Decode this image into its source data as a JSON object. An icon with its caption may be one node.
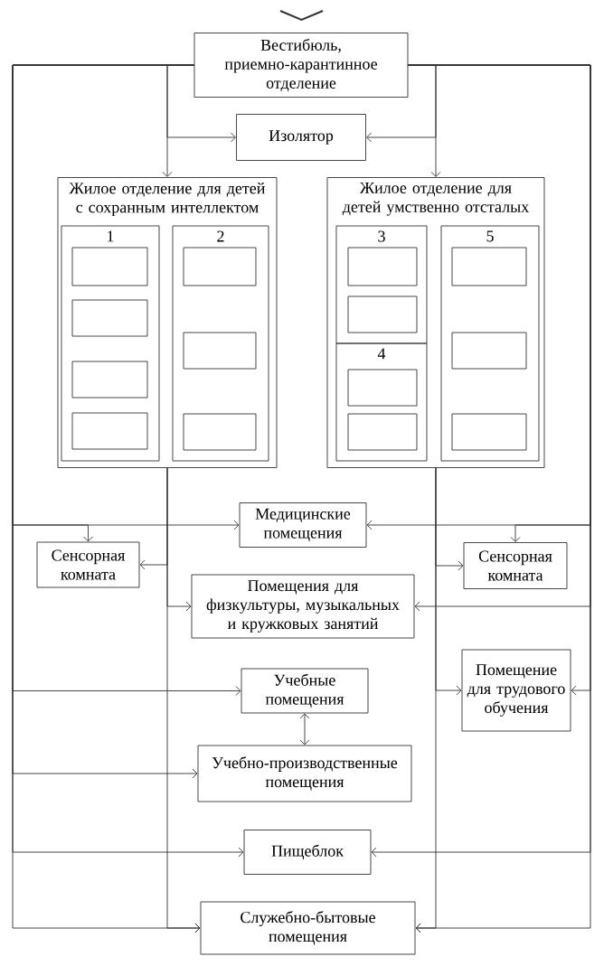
{
  "diagram": {
    "nodes": [
      {
        "text": [
          "Вестибюль, приемно-карантинное отделение"
        ]
      },
      {
        "text": [
          "Изолятор"
        ]
      },
      {
        "text": [
          "Жилое отделение для детей с сохранным интеллектом"
        ]
      },
      {
        "text": [
          "1"
        ],
        "in": 2
      },
      {
        "text": [],
        "shape": "box",
        "in": 3
      },
      {
        "text": [],
        "shape": "box",
        "in": 3
      },
      {
        "text": [],
        "shape": "box",
        "in": 3
      },
      {
        "text": [],
        "shape": "box",
        "in": 3
      },
      {
        "text": [
          "2"
        ],
        "in": 2
      },
      {
        "text": [],
        "shape": "box",
        "in": 8
      },
      {
        "text": [],
        "shape": "box",
        "in": 8
      },
      {
        "text": [],
        "shape": "box",
        "in": 8
      },
      {
        "text": [
          "Жилое отделение для детей умственно отсталых"
        ]
      },
      {
        "text": [
          "3"
        ],
        "in": 12
      },
      {
        "text": [],
        "shape": "box",
        "in": 13
      },
      {
        "text": [],
        "shape": "box",
        "in": 13
      },
      {
        "text": [
          "4"
        ],
        "in": 12
      },
      {
        "text": [],
        "shape": "box",
        "in": 16
      },
      {
        "text": [],
        "shape": "box",
        "in": 16
      },
      {
        "text": [
          "5"
        ],
        "in": 12
      },
      {
        "text": [],
        "shape": "box",
        "in": 19
      },
      {
        "text": [],
        "shape": "box",
        "in": 19
      },
      {
        "text": [],
        "shape": "box",
        "in": 19
      },
      {
        "text": [
          "Медицинские помещения"
        ]
      },
      {
        "text": [
          "Сенсорная комната"
        ]
      },
      {
        "text": [
          "Сенсорная комната"
        ]
      },
      {
        "text": [
          "Помещения для физкультуры, музыкальных и кружковых занятий"
        ]
      },
      {
        "text": [
          "Помещение для трудового обучения"
        ]
      },
      {
        "text": [
          "Учебные помещения"
        ]
      },
      {
        "text": [
          "Учебно-производственные помещения"
        ]
      },
      {
        "text": [
          "Пищеблок"
        ]
      },
      {
        "text": [
          "Служебно-бытовые помещения"
        ]
      }
    ],
    "edges": [
      {
        "from": 0,
        "to": 1,
        "arrow": "to"
      },
      {
        "from": 0,
        "to": 1,
        "arrow": "to"
      },
      {
        "from": 0,
        "to": 2,
        "arrow": "to"
      },
      {
        "from": 0,
        "to": 12,
        "arrow": "to"
      },
      {
        "from": 0,
        "to": 23,
        "arrow": "to"
      },
      {
        "from": 0,
        "to": 24,
        "arrow": "to"
      },
      {
        "from": 0,
        "to": 28,
        "arrow": "to"
      },
      {
        "from": 0,
        "to": 29,
        "arrow": "to"
      },
      {
        "from": 0,
        "to": 30,
        "arrow": "to"
      },
      {
        "from": 0,
        "to": 31,
        "arrow": "to"
      },
      {
        "from": 2,
        "to": 24,
        "arrow": "to"
      },
      {
        "from": 2,
        "to": 26,
        "arrow": "to"
      },
      {
        "from": 2,
        "to": 31,
        "arrow": "to"
      },
      {
        "from": 0,
        "to": 23,
        "arrow": "to"
      },
      {
        "from": 0,
        "to": 25,
        "arrow": "to"
      },
      {
        "from": 0,
        "to": 26,
        "arrow": "to"
      },
      {
        "from": 0,
        "to": 27,
        "arrow": "to"
      },
      {
        "from": 0,
        "to": 30,
        "arrow": "to"
      },
      {
        "from": 0,
        "to": 31,
        "arrow": "to"
      },
      {
        "from": 12,
        "to": 25,
        "arrow": "to"
      },
      {
        "from": 12,
        "to": 27,
        "arrow": "to"
      },
      {
        "from": 12,
        "to": 31,
        "arrow": "to"
      },
      {
        "from": 28,
        "to": 29,
        "arrow": "both"
      }
    ]
  }
}
